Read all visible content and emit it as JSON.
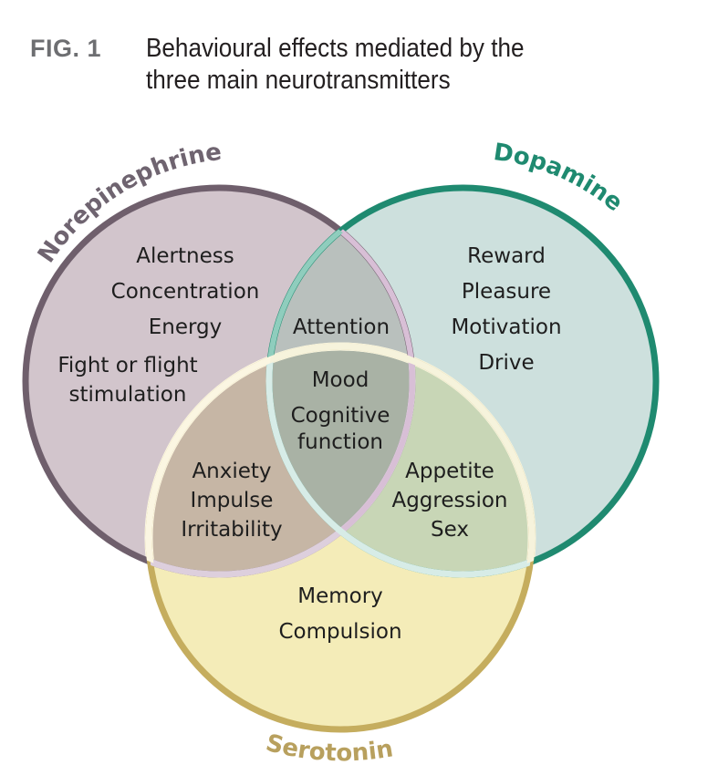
{
  "figure": {
    "label": "FIG. 1",
    "title_lines": [
      "Behavioural effects mediated by the",
      "three main neurotransmitters"
    ]
  },
  "sets": {
    "norepinephrine": {
      "name": "Norepinephrine",
      "fill": "#d2c5cc",
      "stroke": "#6f5f6c",
      "label_color": "#6f6470"
    },
    "dopamine": {
      "name": "Dopamine",
      "fill": "#cde0dd",
      "stroke": "#1f8a70",
      "label_color": "#1f8a70"
    },
    "serotonin": {
      "name": "Serotonin",
      "fill": "#f4ecb8",
      "stroke": "#c5ad5e",
      "label_color": "#b8a05e"
    }
  },
  "regions": {
    "norepinephrine_only": [
      "Alertness",
      "Concentration",
      "Energy",
      "Fight or flight",
      "stimulation"
    ],
    "dopamine_only": [
      "Reward",
      "Pleasure",
      "Motivation",
      "Drive"
    ],
    "norepinephrine_dopamine": [
      "Attention"
    ],
    "all_three": [
      "Mood",
      "Cognitive",
      "function"
    ],
    "norepinephrine_serotonin": [
      "Anxiety",
      "Impulse",
      "Irritability"
    ],
    "dopamine_serotonin": [
      "Appetite",
      "Aggression",
      "Sex"
    ],
    "serotonin_only": [
      "Memory",
      "Compulsion"
    ]
  }
}
